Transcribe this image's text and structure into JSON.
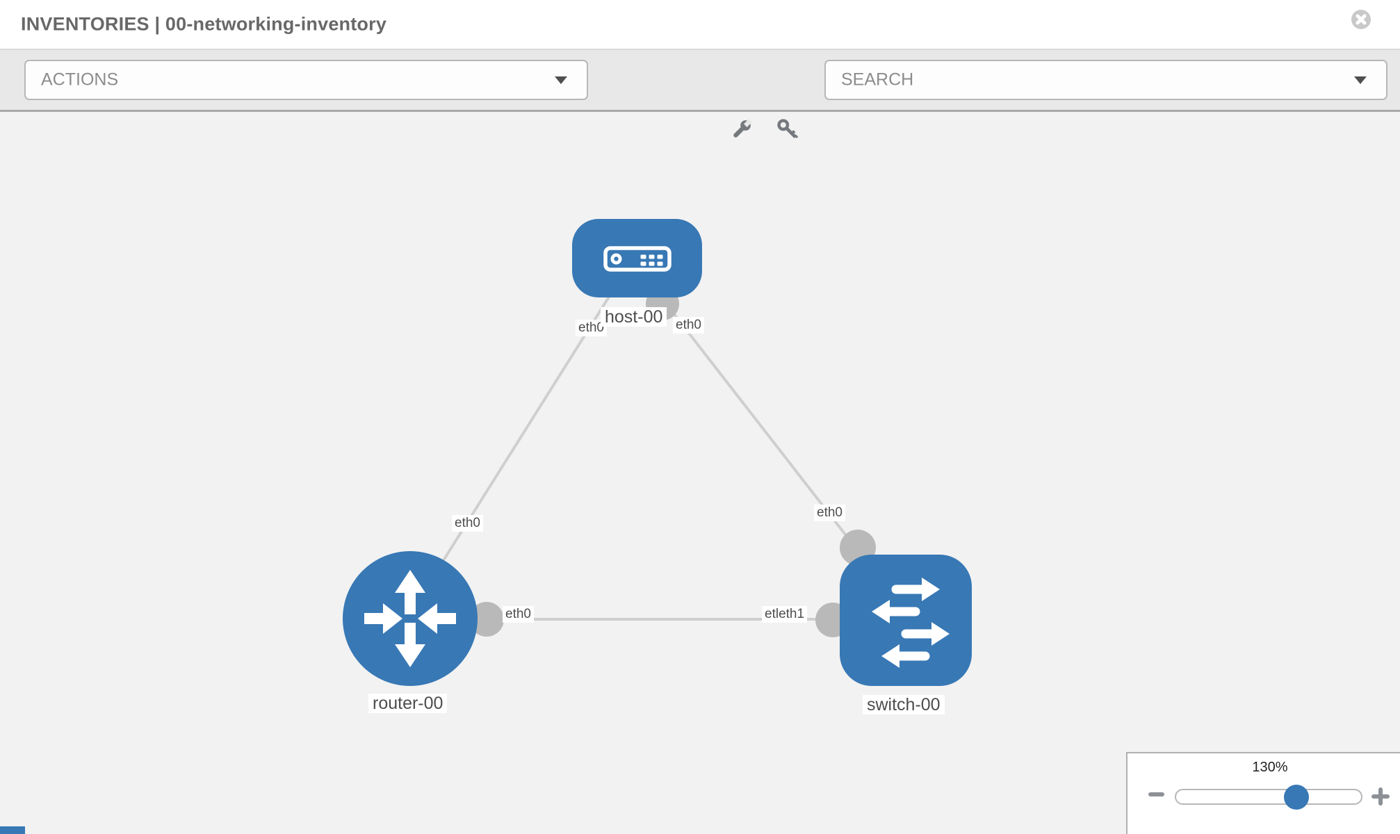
{
  "header": {
    "title": "INVENTORIES | 00-networking-inventory"
  },
  "toolbar": {
    "actions_label": "ACTIONS",
    "search_label": "SEARCH",
    "icons": [
      "wrench-icon",
      "key-icon"
    ]
  },
  "topology": {
    "nodes": [
      {
        "id": "host-00",
        "label": "host-00",
        "type": "host",
        "shape": "rounded-rect"
      },
      {
        "id": "router-00",
        "label": "router-00",
        "type": "router",
        "shape": "circle"
      },
      {
        "id": "switch-00",
        "label": "switch-00",
        "type": "switch",
        "shape": "rounded-square"
      }
    ],
    "links": [
      {
        "source": "host-00",
        "source_interface": "eth0",
        "target": "router-00",
        "target_interface": "eth0"
      },
      {
        "source": "host-00",
        "source_interface": "eth0",
        "target": "switch-00",
        "target_interface": "eth0"
      },
      {
        "source": "router-00",
        "source_interface": "eth0",
        "target": "switch-00",
        "target_interface": "eth1"
      }
    ],
    "interface_labels": {
      "host_left": "eth0",
      "host_right": "eth0",
      "router_top": "eth0",
      "link_mid_router": "eth0",
      "link_mid_switch_overlapped": "etleth1",
      "switch_top": "eth0"
    }
  },
  "zoom_control": {
    "value": "130%"
  },
  "colors": {
    "node_blue": "#3878b5",
    "link_gray": "#cfcfcf",
    "port_gray": "#b9b9b9",
    "toolbar_gray": "#e8e8e8",
    "canvas_gray": "#f2f2f2"
  }
}
